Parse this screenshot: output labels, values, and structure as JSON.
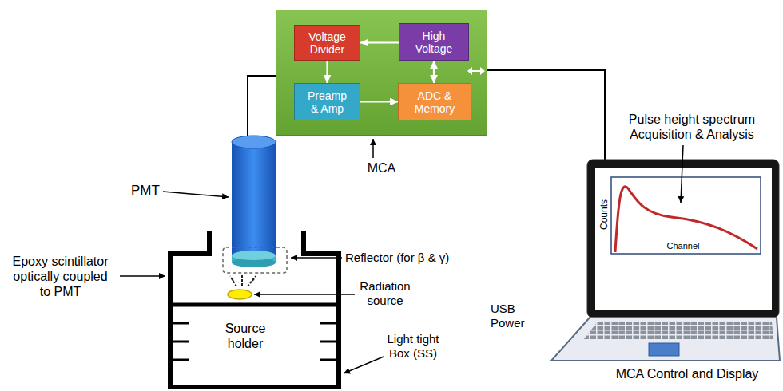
{
  "diagram": {
    "nodes": [
      {
        "text": [
          "MCA"
        ]
      },
      {
        "text": [
          "Voltage Divider"
        ],
        "in": 0
      },
      {
        "text": [
          "High Voltage"
        ],
        "in": 0
      },
      {
        "text": [
          "Preamp & Amp"
        ],
        "in": 0
      },
      {
        "text": [
          "ADC & Memory"
        ],
        "in": 0
      }
    ],
    "edges": [
      {
        "from": 2,
        "to": 1,
        "arrow": "to"
      },
      {
        "from": 1,
        "to": 3,
        "arrow": "to"
      },
      {
        "from": 3,
        "to": 4,
        "arrow": "to"
      },
      {
        "from": 4,
        "to": 2,
        "arrow": "both"
      }
    ],
    "labels": [
      "Pulse height spectrum Acquisition & Analysis",
      "PMT",
      "Counts",
      "Channel",
      "Epoxy scintillator optically coupled to PMT",
      "Reflector (for β & γ)",
      "Radiation source",
      "USB Power",
      "Source holder",
      "Light tight Box (SS)",
      "MCA Control and Display"
    ]
  }
}
